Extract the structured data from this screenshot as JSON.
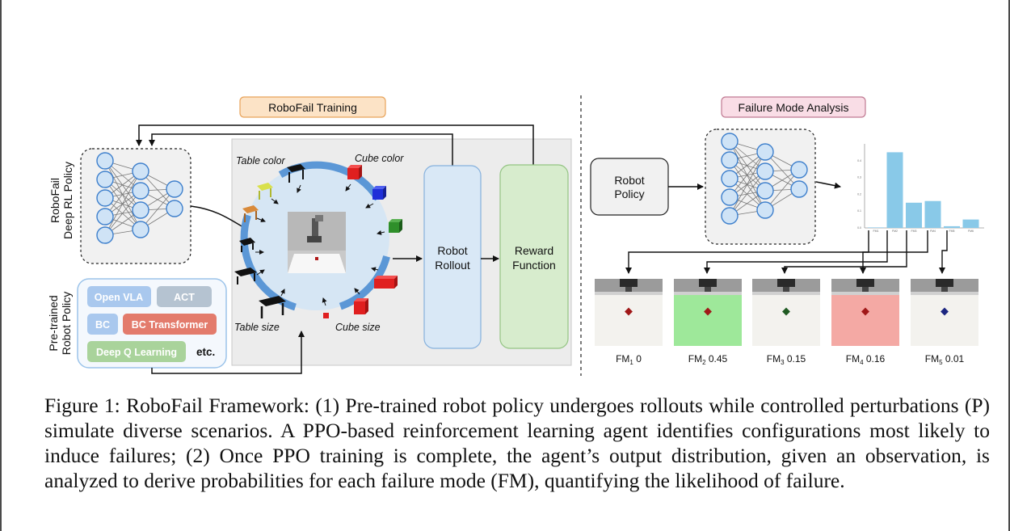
{
  "figure": {
    "training_title": "RoboFail Training",
    "analysis_title": "Failure Mode Analysis",
    "robofail_policy_label": [
      "RoboFail",
      "Deep RL Policy"
    ],
    "pretrained_policy_label": [
      "Pre-trained",
      "Robot Policy"
    ],
    "policy_chips": {
      "open_vla": "Open VLA",
      "act": "ACT",
      "bc": "BC",
      "bc_transformer": "BC Transformer",
      "deep_q": "Deep Q Learning",
      "etc": "etc."
    },
    "perturbations": {
      "table_color": "Table color",
      "cube_color": "Cube color",
      "table_size": "Table size",
      "cube_size": "Cube size"
    },
    "robot_rollout": [
      "Robot",
      "Rollout"
    ],
    "reward_function": [
      "Reward",
      "Function"
    ],
    "robot_policy": [
      "Robot",
      "Policy"
    ],
    "failure_modes": [
      {
        "name": "FM",
        "sub": "1",
        "value": "0",
        "bg": "#f3f2ee",
        "cube": "#a01818"
      },
      {
        "name": "FM",
        "sub": "2",
        "value": "0.45",
        "bg": "#9ee89a",
        "cube": "#a01818"
      },
      {
        "name": "FM",
        "sub": "3",
        "value": "0.15",
        "bg": "#f3f2ee",
        "cube": "#1f5a22"
      },
      {
        "name": "FM",
        "sub": "4",
        "value": "0.16",
        "bg": "#f4a9a4",
        "cube": "#a01818"
      },
      {
        "name": "FM",
        "sub": "5",
        "value": "0.01",
        "bg": "#f3f2ee",
        "cube": "#1c2680"
      }
    ]
  },
  "chart_data": {
    "type": "bar",
    "categories": [
      "FM1",
      "FM2",
      "FM3",
      "FM4",
      "FM5",
      "FM6"
    ],
    "values": [
      0.0,
      0.45,
      0.15,
      0.16,
      0.01,
      0.05
    ],
    "ylim": [
      0,
      0.5
    ],
    "color": "#89c9e8",
    "yticks": [
      "0.0",
      "0.1",
      "0.2",
      "0.3",
      "0.4"
    ]
  },
  "caption": {
    "text": "Figure 1: RoboFail Framework: (1) Pre-trained robot policy undergoes rollouts while controlled perturbations (P) simulate diverse scenarios. A PPO-based reinforcement learning agent identifies configurations most likely to induce failures; (2) Once PPO training is complete, the agent’s output distribution, given an observation, is analyzed to derive probabilities for each failure mode (FM), quantifying the likelihood of failure."
  },
  "colors": {
    "orange_label_bg": "#fce3c6",
    "orange_label_border": "#e8a35a",
    "pink_label_bg": "#f9dde6",
    "pink_label_border": "#c07a92",
    "node_fill": "#cfe3f6",
    "node_stroke": "#3d7fcc",
    "ring": "#5b97d6",
    "rollout_fill": "#d9e8f6",
    "reward_fill": "#d7eccd"
  }
}
